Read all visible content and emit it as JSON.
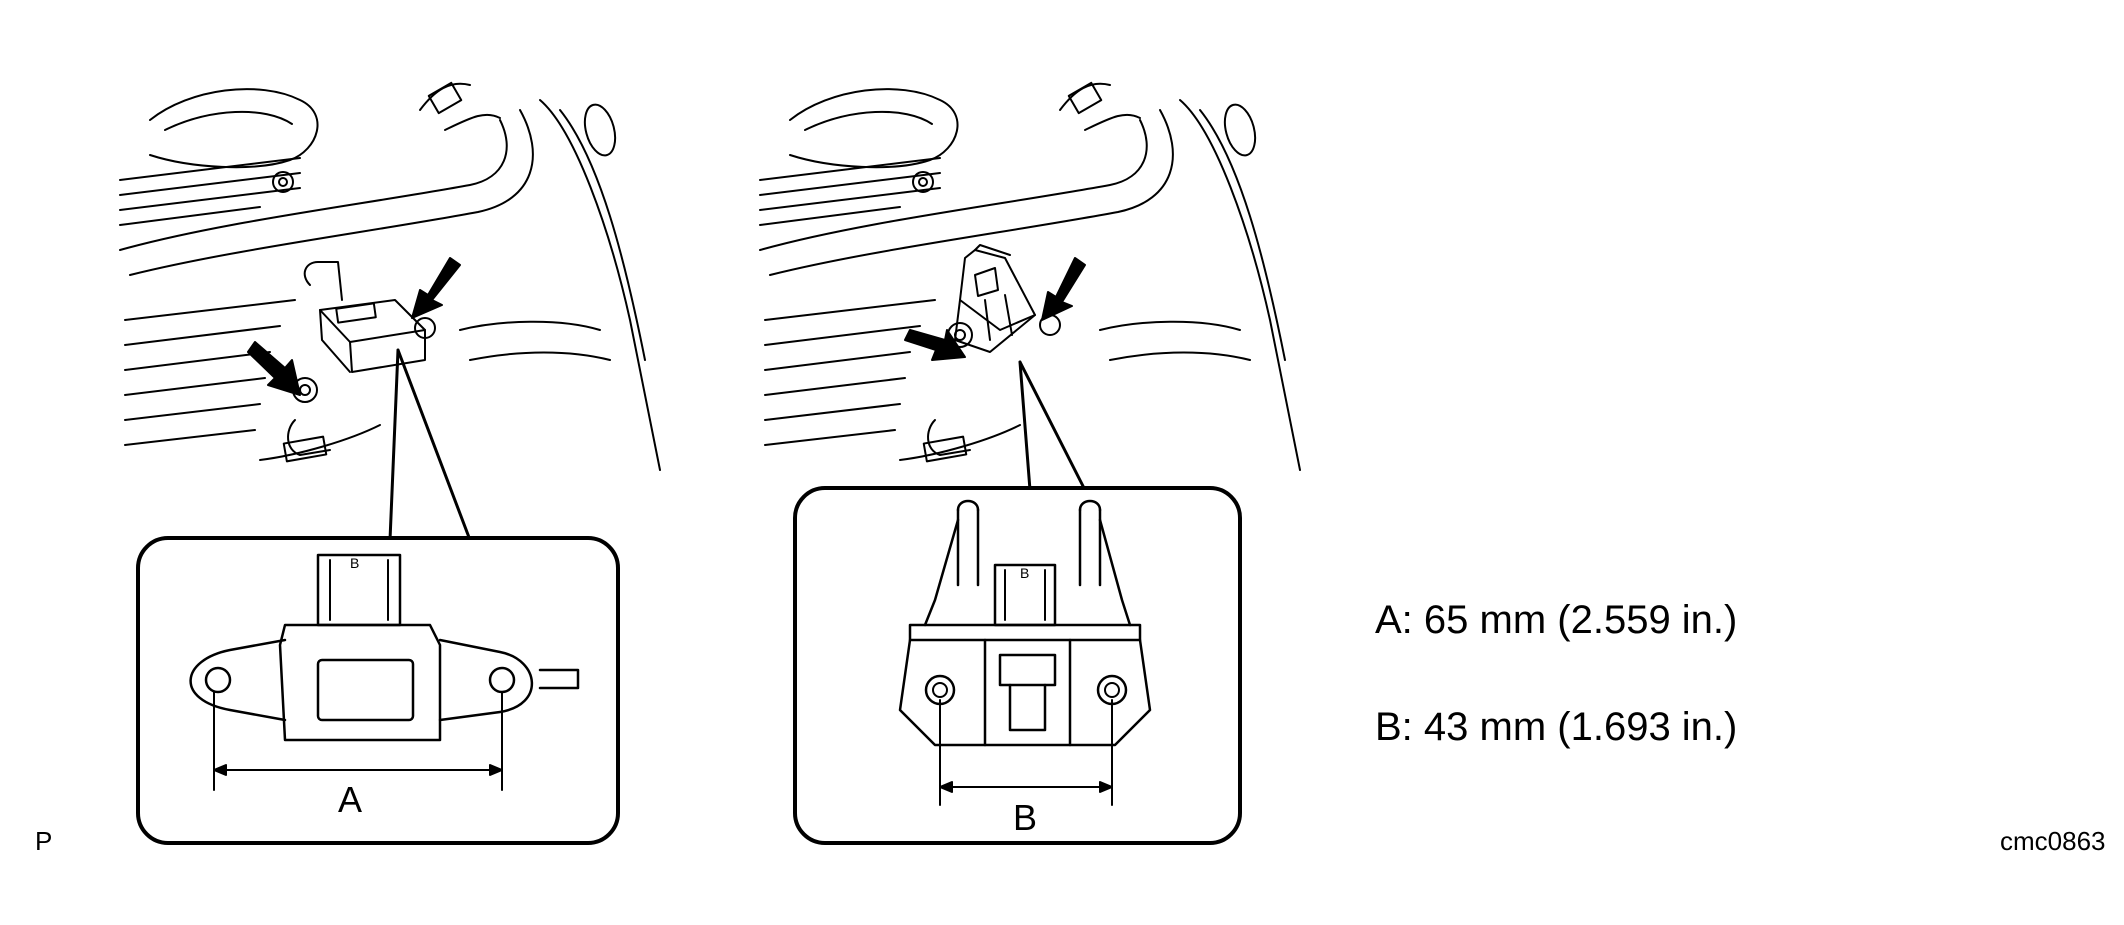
{
  "figure": {
    "page_mark": "P",
    "figure_code": "cmc0863",
    "connector_letter": "B"
  },
  "callouts": {
    "left_dimension_label": "A",
    "right_dimension_label": "B"
  },
  "specs": [
    {
      "text": "A: 65 mm (2.559 in.)"
    },
    {
      "text": "B: 43 mm (1.693 in.)"
    }
  ]
}
